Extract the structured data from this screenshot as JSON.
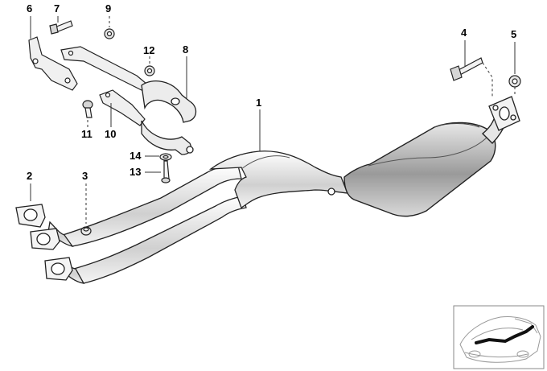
{
  "diagram": {
    "callouts": [
      {
        "id": "1",
        "label": "1"
      },
      {
        "id": "2",
        "label": "2"
      },
      {
        "id": "3",
        "label": "3"
      },
      {
        "id": "4",
        "label": "4"
      },
      {
        "id": "5",
        "label": "5"
      },
      {
        "id": "6",
        "label": "6"
      },
      {
        "id": "7",
        "label": "7"
      },
      {
        "id": "8",
        "label": "8"
      },
      {
        "id": "9",
        "label": "9"
      },
      {
        "id": "10",
        "label": "10"
      },
      {
        "id": "11",
        "label": "11"
      },
      {
        "id": "12",
        "label": "12"
      },
      {
        "id": "13",
        "label": "13"
      },
      {
        "id": "14",
        "label": "14"
      }
    ],
    "colors": {
      "line": "#222222",
      "pipe_fill": "#ffffff",
      "shade": "#bdbdbd",
      "leader": "#333333",
      "highlight": "#111111"
    }
  }
}
